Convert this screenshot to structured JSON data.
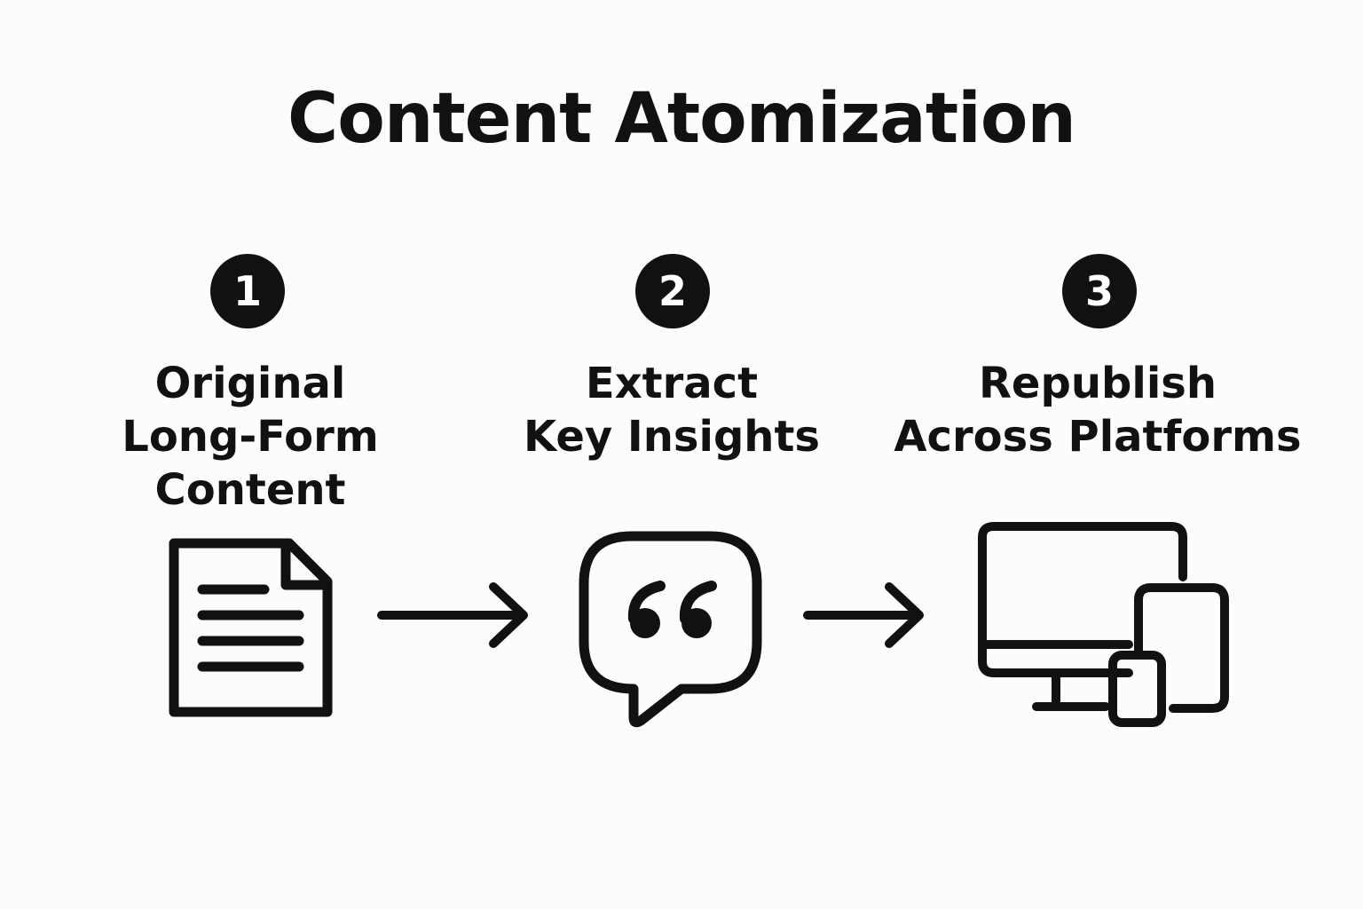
{
  "title": "Content Atomization",
  "steps": [
    {
      "number": "1",
      "label_lines": [
        "Original",
        "Long-Form",
        "Content"
      ],
      "icon": "document-icon"
    },
    {
      "number": "2",
      "label_lines": [
        "Extract",
        "Key Insights"
      ],
      "icon": "quote-bubble-icon"
    },
    {
      "number": "3",
      "label_lines": [
        "Republish",
        "Across Platforms"
      ],
      "icon": "multi-device-icon"
    }
  ],
  "colors": {
    "background": "#fcfcfa",
    "ink": "#111111",
    "badge_text": "#ffffff"
  }
}
